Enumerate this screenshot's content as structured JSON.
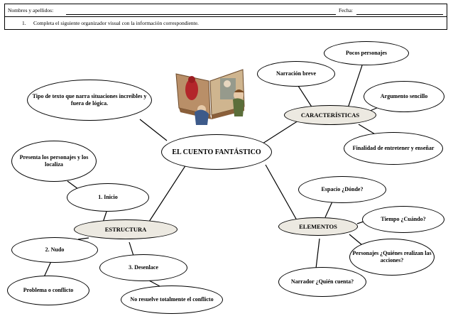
{
  "header": {
    "name_label": "Nombres y apellidos:",
    "date_label": "Fecha:",
    "instruction_number": "1.",
    "instruction_text": "Completa el siguiente organizador visual con la información correspondiente."
  },
  "map": {
    "center": "EL CUENTO FANTÁSTICO",
    "definition": "Tipo de texto que narra situaciones increíbles y fuera de lógica.",
    "caracteristicas": {
      "label": "CARACTERÍSTICAS",
      "items": [
        "Narración breve",
        "Pocos personajes",
        "Argumento sencillo",
        "Finalidad de entretener y enseñar"
      ]
    },
    "estructura": {
      "label": "ESTRUCTURA",
      "inicio": "1. Inicio",
      "inicio_desc": "Presenta los personajes y los localiza",
      "nudo": "2. Nudo",
      "nudo_desc": "Problema o conflicto",
      "desenlace": "3. Desenlace",
      "desenlace_desc": "No resuelve totalmente el conflicto"
    },
    "elementos": {
      "label": "ELEMENTOS",
      "espacio": "Espacio ¿Dónde?",
      "tiempo": "Tiempo ¿Cuándo?",
      "personajes": "Personajes ¿Quiénes realizan las acciones?",
      "narrador": "Narrador ¿Quién cuenta?"
    }
  },
  "colors": {
    "hub_fill": "#ece9e1",
    "line": "#000000"
  }
}
